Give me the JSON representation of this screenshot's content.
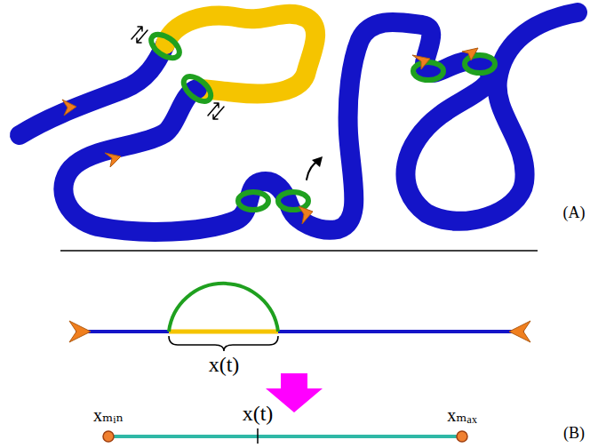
{
  "diagram": {
    "labels": [
      "(A)",
      "x(t)",
      "x(t)",
      "xₘᵢₙ",
      "xₘₐₓ",
      "(B)"
    ]
  }
}
